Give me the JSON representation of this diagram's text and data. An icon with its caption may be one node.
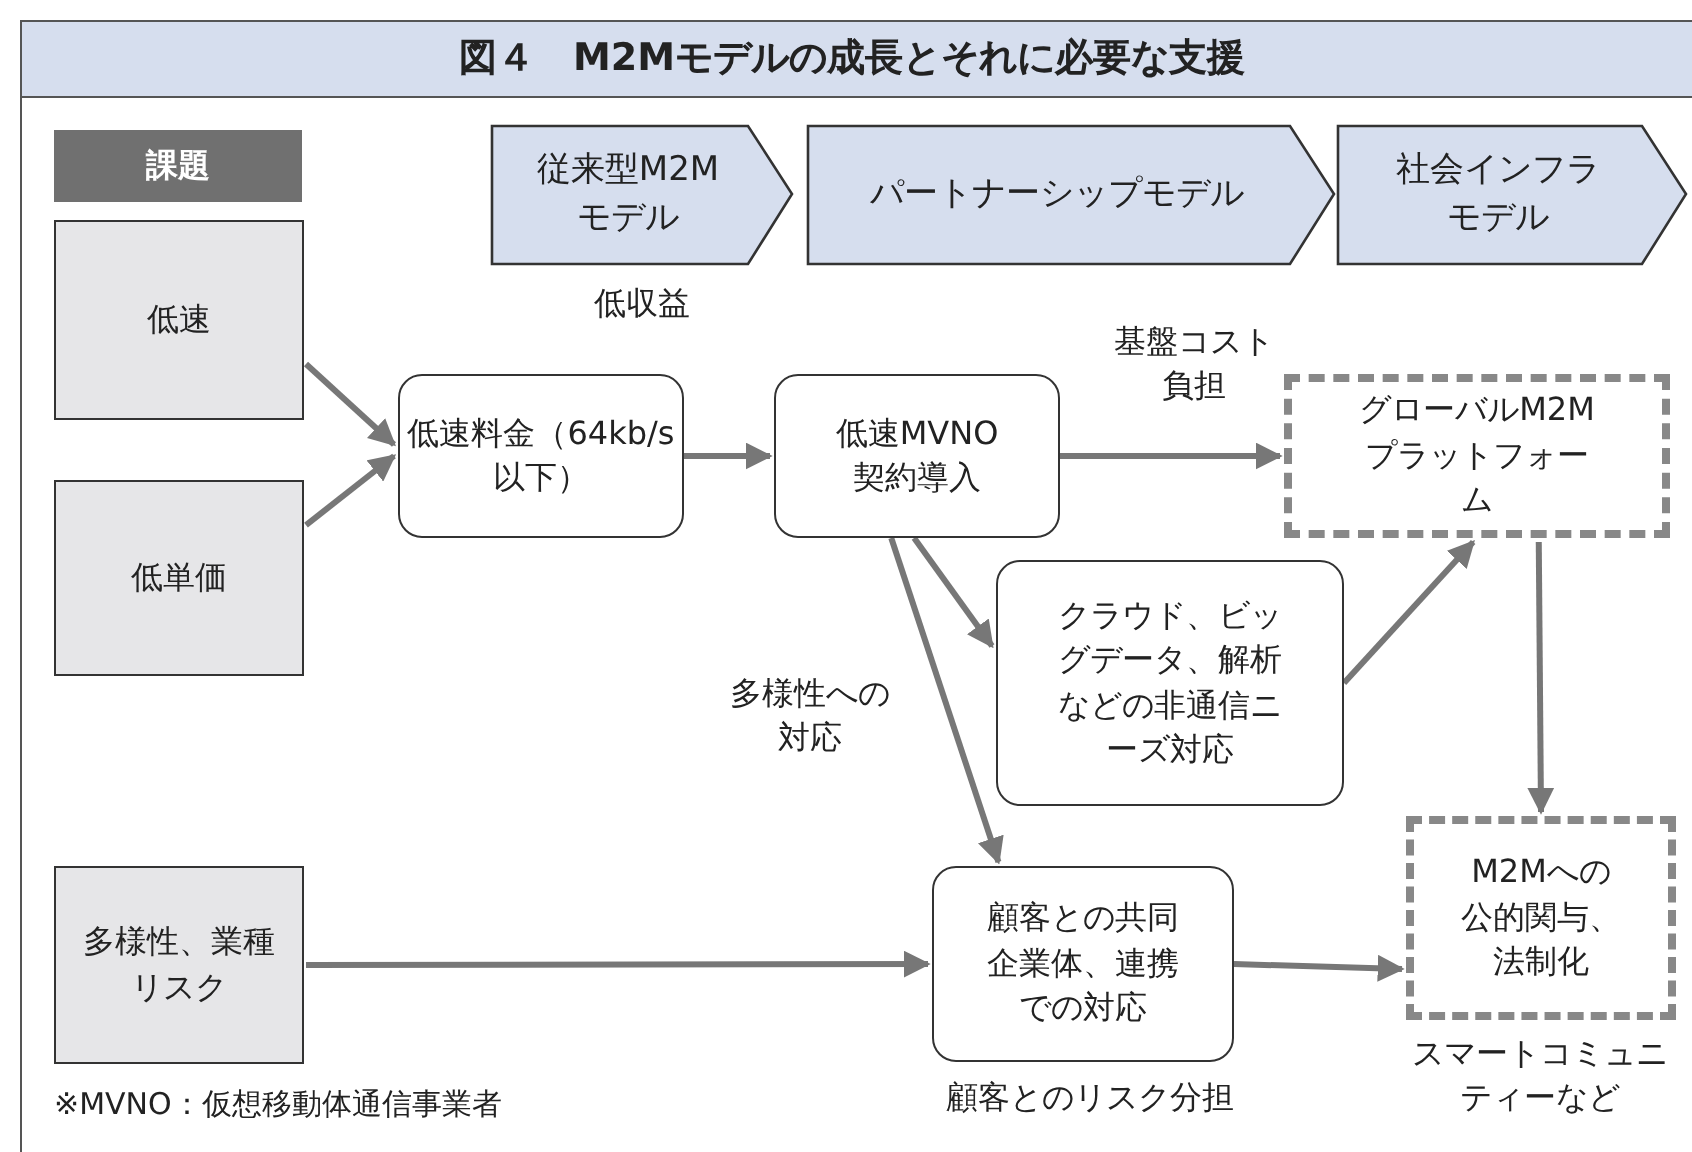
{
  "diagram": {
    "title": "図４　M2Mモデルの成長とそれに必要な支援",
    "nodes": [
      {
        "text": [
          "課題"
        ]
      },
      {
        "text": [
          "従来型M2Mモデル"
        ],
        "beside": [
          "低収益"
        ]
      },
      {
        "text": [
          "パートナーシップモデル"
        ]
      },
      {
        "text": [
          "社会インフラモデル"
        ]
      },
      {
        "text": [
          "低速"
        ]
      },
      {
        "text": [
          "低単価"
        ]
      },
      {
        "text": [
          "多様性、業種リスク"
        ]
      },
      {
        "text": [
          "低速料金（64kb/s以下）"
        ]
      },
      {
        "text": [
          "低速MVNO契約導入"
        ]
      },
      {
        "text": [
          "グローバルM2Mプラットフォーム"
        ]
      },
      {
        "text": [
          "クラウド、ビッグデータ、解析などの非通信ニーズ対応"
        ]
      },
      {
        "text": [
          "顧客との共同企業体、連携での対応"
        ],
        "beside": [
          "顧客とのリスク分担"
        ]
      },
      {
        "text": [
          "M2Mへの公的関与、法制化"
        ],
        "beside": [
          "スマートコミュニティーなど"
        ]
      }
    ],
    "edges": [
      {
        "from": 4,
        "to": 7,
        "arrow": "to"
      },
      {
        "from": 5,
        "to": 7,
        "arrow": "to"
      },
      {
        "from": 7,
        "to": 8,
        "arrow": "to"
      },
      {
        "from": 8,
        "to": 9,
        "arrow": "to",
        "label": "基盤コスト負担"
      },
      {
        "from": 8,
        "to": 10,
        "arrow": "to"
      },
      {
        "from": 8,
        "to": 11,
        "arrow": "to",
        "label": "多様性への対応"
      },
      {
        "from": 10,
        "to": 9,
        "arrow": "to"
      },
      {
        "from": 9,
        "to": 12,
        "arrow": "to"
      },
      {
        "from": 6,
        "to": 11,
        "arrow": "to"
      },
      {
        "from": 11,
        "to": 12,
        "arrow": "to"
      }
    ],
    "labels": [
      "※MVNO：仮想移動体通信事業者"
    ]
  }
}
